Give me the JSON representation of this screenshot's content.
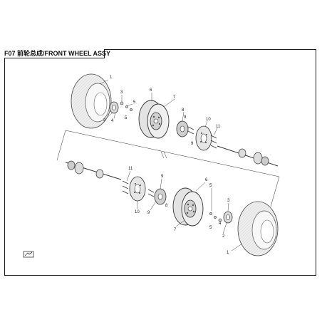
{
  "title": "F07 前轮总成/FRONT WHEEL ASSY",
  "callouts": [
    "1",
    "2",
    "3",
    "4",
    "5",
    "6",
    "7",
    "8",
    "9",
    "10",
    "11"
  ],
  "colors": {
    "line": "#333333",
    "tire": "#e8e8e8",
    "stroke": "#444444"
  }
}
